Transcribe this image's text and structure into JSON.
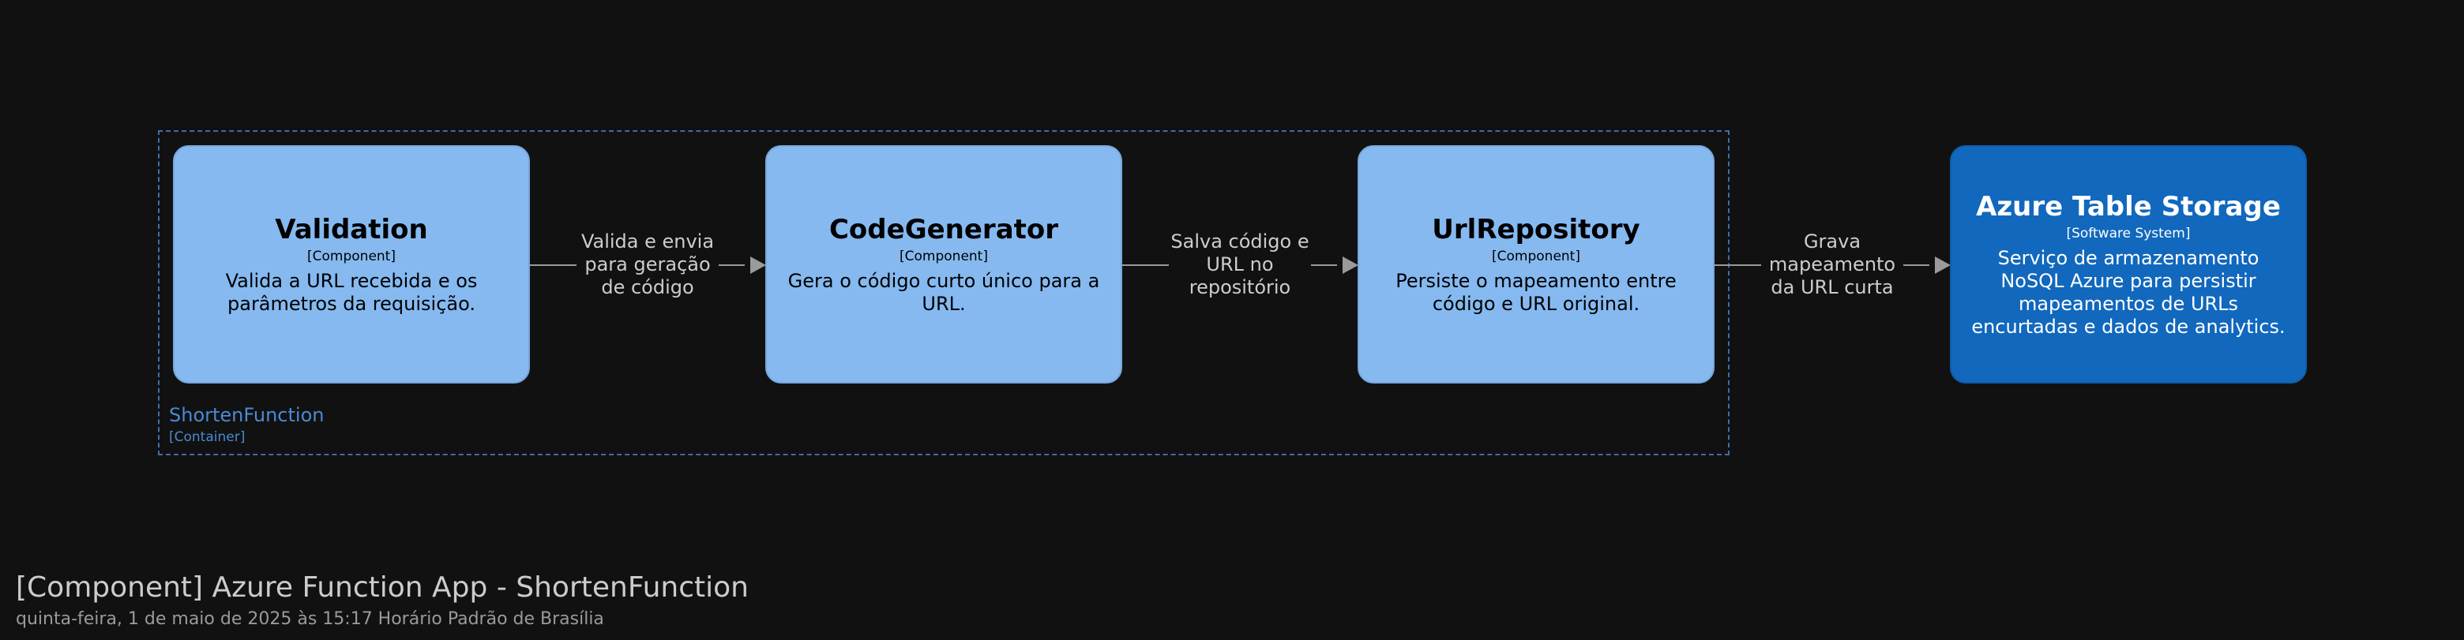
{
  "boundary": {
    "name": "ShortenFunction",
    "type": "[Container]"
  },
  "nodes": [
    {
      "title": "Validation",
      "type": "[Component]",
      "description": "Valida a URL recebida e os parâmetros da requisição."
    },
    {
      "title": "CodeGenerator",
      "type": "[Component]",
      "description": "Gera o código curto único para a URL."
    },
    {
      "title": "UrlRepository",
      "type": "[Component]",
      "description": "Persiste o mapeamento entre código e URL original."
    },
    {
      "title": "Azure Table Storage",
      "type": "[Software System]",
      "description": "Serviço de armazenamento NoSQL Azure para persistir mapeamentos de URLs encurtadas e dados de analytics."
    }
  ],
  "edges": [
    {
      "label": "Valida e envia para geração de código"
    },
    {
      "label": "Salva código e URL no repositório"
    },
    {
      "label": "Grava mapeamento da URL curta"
    }
  ],
  "footer": {
    "title": "[Component] Azure Function App - ShortenFunction",
    "subtitle": "quinta-feira, 1 de maio de 2025 às 15:17 Horário Padrão de Brasília"
  },
  "colors": {
    "background": "#111111",
    "component_fill": "#85b9f0",
    "system_fill": "#1168bd",
    "boundary": "#3d6fa8",
    "edge": "#9a9a9a"
  }
}
